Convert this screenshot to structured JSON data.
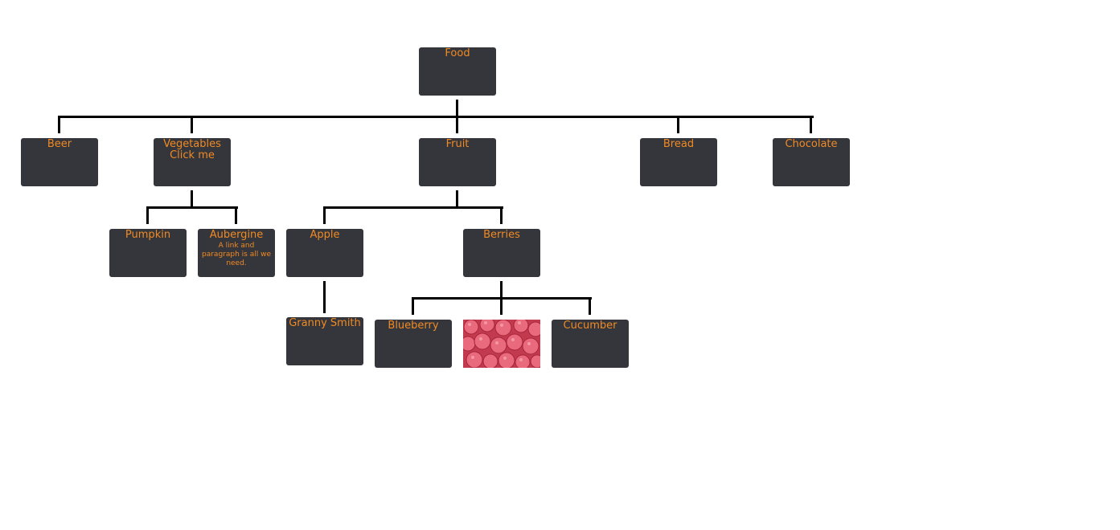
{
  "colors": {
    "node_bg": "#35363b",
    "node_text": "#f08a24",
    "connector": "#000000",
    "page_bg": "#ffffff"
  },
  "tree": {
    "root": {
      "label": "Food"
    },
    "beer": {
      "label": "Beer"
    },
    "vegetables": {
      "label": "Vegetables",
      "link_text": "Click me"
    },
    "pumpkin": {
      "label": "Pumpkin"
    },
    "aubergine": {
      "link_text": "Aubergine",
      "paragraph": "A link and paragraph is all we need."
    },
    "fruit": {
      "label": "Fruit"
    },
    "apple": {
      "label": "Apple"
    },
    "granny_smith": {
      "label": "Granny Smith"
    },
    "berries": {
      "label": "Berries"
    },
    "blueberry": {
      "label": "Blueberry"
    },
    "raspberry_image": {
      "icon": "raspberries-photo"
    },
    "cucumber": {
      "label": "Cucumber"
    },
    "bread": {
      "label": "Bread"
    },
    "chocolate": {
      "label": "Chocolate"
    }
  }
}
